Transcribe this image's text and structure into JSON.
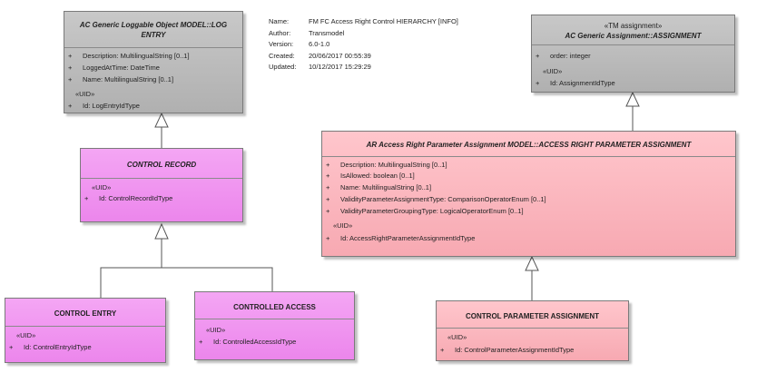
{
  "info": {
    "name_key": "Name:",
    "name_val": "FM FC Access Right Control HIERARCHY [INFO]",
    "author_key": "Author:",
    "author_val": "Transmodel",
    "version_key": "Version:",
    "version_val": "6.0-1.0",
    "created_key": "Created:",
    "created_val": "20/06/2017 00:55:39",
    "updated_key": "Updated:",
    "updated_val": "10/12/2017 15:29:29"
  },
  "log_entry": {
    "title_line1": "AC Generic Loggable Object  MODEL::LOG",
    "title_line2": "ENTRY",
    "attrs": [
      {
        "vis": "+",
        "text": "Description: MultilingualString [0..1]"
      },
      {
        "vis": "+",
        "text": "LoggedAtTime: DateTime"
      },
      {
        "vis": "+",
        "text": "Name: MultilingualString [0..1]"
      }
    ],
    "stereo": "«UID»",
    "uid": {
      "vis": "+",
      "text": "Id: LogEntryIdType"
    }
  },
  "control_record": {
    "title": "CONTROL RECORD",
    "stereo": "«UID»",
    "uid": {
      "vis": "+",
      "text": "Id: ControlRecordIdType"
    }
  },
  "control_entry": {
    "title": "CONTROL ENTRY",
    "stereo": "«UID»",
    "uid": {
      "vis": "+",
      "text": "Id: ControlEntryIdType"
    }
  },
  "controlled_access": {
    "title": "CONTROLLED ACCESS",
    "stereo": "«UID»",
    "uid": {
      "vis": "+",
      "text": "Id: ControlledAccessIdType"
    }
  },
  "assignment": {
    "stereotype": "«TM assignment»",
    "title": "AC Generic Assignment::ASSIGNMENT",
    "attrs": [
      {
        "vis": "+",
        "text": "order: integer"
      }
    ],
    "stereo": "«UID»",
    "uid": {
      "vis": "+",
      "text": "Id: AssignmentIdType"
    }
  },
  "arpa": {
    "title": "AR Access Right Parameter Assignment MODEL::ACCESS RIGHT PARAMETER ASSIGNMENT",
    "attrs": [
      {
        "vis": "+",
        "text": "Description: MultilingualString [0..1]"
      },
      {
        "vis": "+",
        "text": "IsAllowed: boolean [0..1]"
      },
      {
        "vis": "+",
        "text": "Name: MultilingualString [0..1]"
      },
      {
        "vis": "+",
        "text": "ValidityParameterAssignmentType: ComparisonOperatorEnum [0..1]"
      },
      {
        "vis": "+",
        "text": "ValidityParameterGroupingType: LogicalOperatorEnum [0..1]"
      }
    ],
    "stereo": "«UID»",
    "uid": {
      "vis": "+",
      "text": "Id: AccessRightParameterAssignmentIdType"
    }
  },
  "cpa": {
    "title": "CONTROL PARAMETER ASSIGNMENT",
    "stereo": "«UID»",
    "uid": {
      "vis": "+",
      "text": "Id: ControlParameterAssignmentIdType"
    }
  }
}
